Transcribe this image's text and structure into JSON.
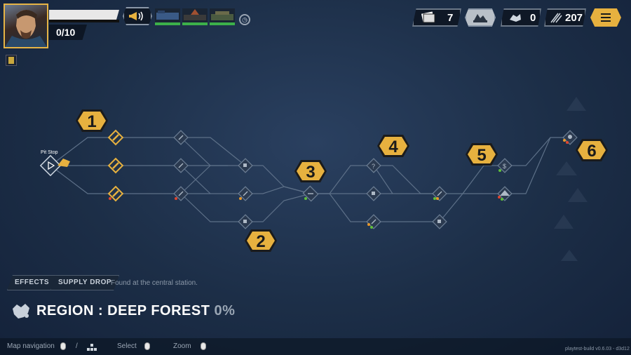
{
  "hud": {
    "crew_count": "0/10",
    "cards_count": "7",
    "scrap_count": "0",
    "ammo_count": "207"
  },
  "map": {
    "start_label": "Pit Stop",
    "markers": [
      "1",
      "2",
      "3",
      "4",
      "5",
      "6"
    ]
  },
  "bottom": {
    "effects_label": "EFFECTS",
    "supply_label": "SUPPLY DROP",
    "supply_desc": "Found at the central station.",
    "region_label": "REGION : DEEP FOREST",
    "region_pct": "0%"
  },
  "footer": {
    "nav_label": "Map navigation",
    "nav_sep": "/",
    "select_label": "Select",
    "zoom_label": "Zoom",
    "build": "playtest-build v0.6.03 - d3d12"
  },
  "icons": {
    "horn": "horn-icon",
    "cards": "cards-icon",
    "map": "map-icon",
    "scrap": "scrap-icon",
    "ammo": "ammo-icon",
    "menu": "menu-icon"
  },
  "colors": {
    "accent": "#e7b13f",
    "bg": "#1c2e47",
    "health_green": "#3cb04a",
    "dot_red": "#e0452f",
    "dot_green": "#5fbf3a",
    "dot_orange": "#e8982a"
  }
}
